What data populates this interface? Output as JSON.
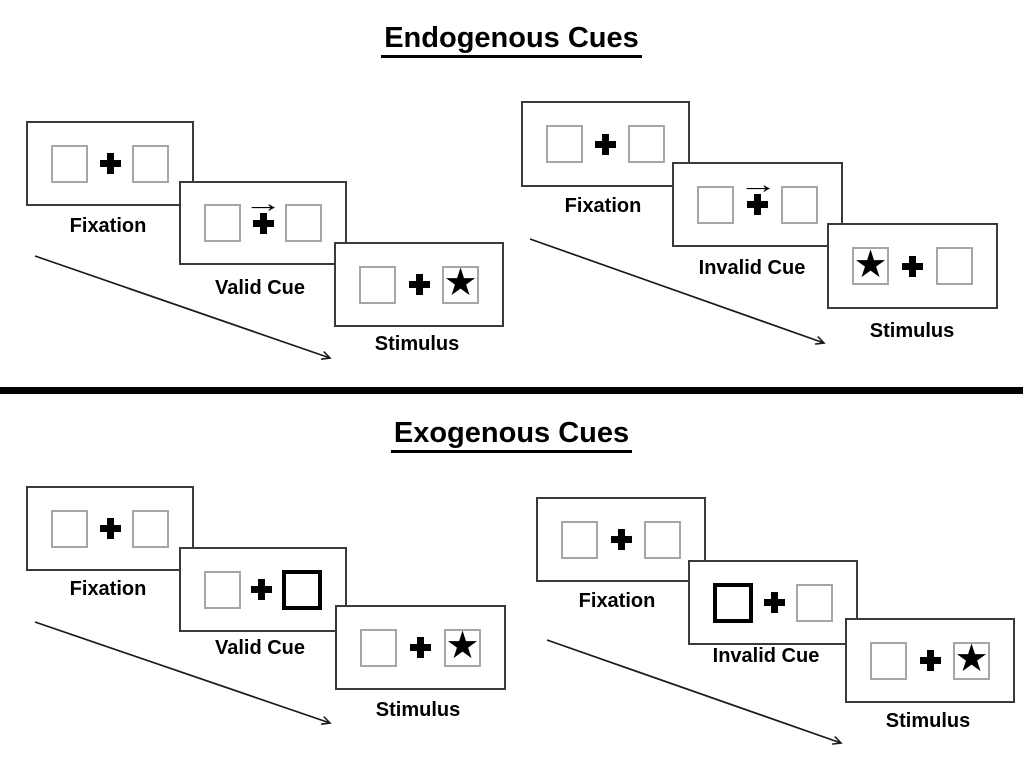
{
  "diagram": {
    "sections": [
      {
        "title": "Endogenous Cues",
        "panels": [
          {
            "name": "valid",
            "cards": [
              {
                "label": "Fixation",
                "content": "two empty boxes with central cross"
              },
              {
                "label": "Valid Cue",
                "content": "right-pointing arrow above central cross",
                "cue": "arrow-right"
              },
              {
                "label": "Stimulus",
                "content": "star in right box",
                "stimulus_side": "right"
              }
            ]
          },
          {
            "name": "invalid",
            "cards": [
              {
                "label": "Fixation",
                "content": "two empty boxes with central cross"
              },
              {
                "label": "Invalid Cue",
                "content": "right-pointing arrow above central cross",
                "cue": "arrow-right"
              },
              {
                "label": "Stimulus",
                "content": "star in left box",
                "stimulus_side": "left"
              }
            ]
          }
        ]
      },
      {
        "title": "Exogenous Cues",
        "panels": [
          {
            "name": "valid",
            "cards": [
              {
                "label": "Fixation",
                "content": "two empty boxes with central cross"
              },
              {
                "label": "Valid Cue",
                "content": "bold-outlined right box",
                "cue": "bold-right-box"
              },
              {
                "label": "Stimulus",
                "content": "star in right box",
                "stimulus_side": "right"
              }
            ]
          },
          {
            "name": "invalid",
            "cards": [
              {
                "label": "Fixation",
                "content": "two empty boxes with central cross"
              },
              {
                "label": "Invalid Cue",
                "content": "bold-outlined left box",
                "cue": "bold-left-box"
              },
              {
                "label": "Stimulus",
                "content": "star in right box",
                "stimulus_side": "right"
              }
            ]
          }
        ]
      }
    ]
  },
  "glyphs": {
    "star": "★",
    "arrow_right": "→"
  },
  "colors": {
    "background": "#ffffff",
    "ink": "#000000",
    "card_border": "#3a3a3a",
    "square_border": "#a6a6a6",
    "divider": "#000000"
  }
}
